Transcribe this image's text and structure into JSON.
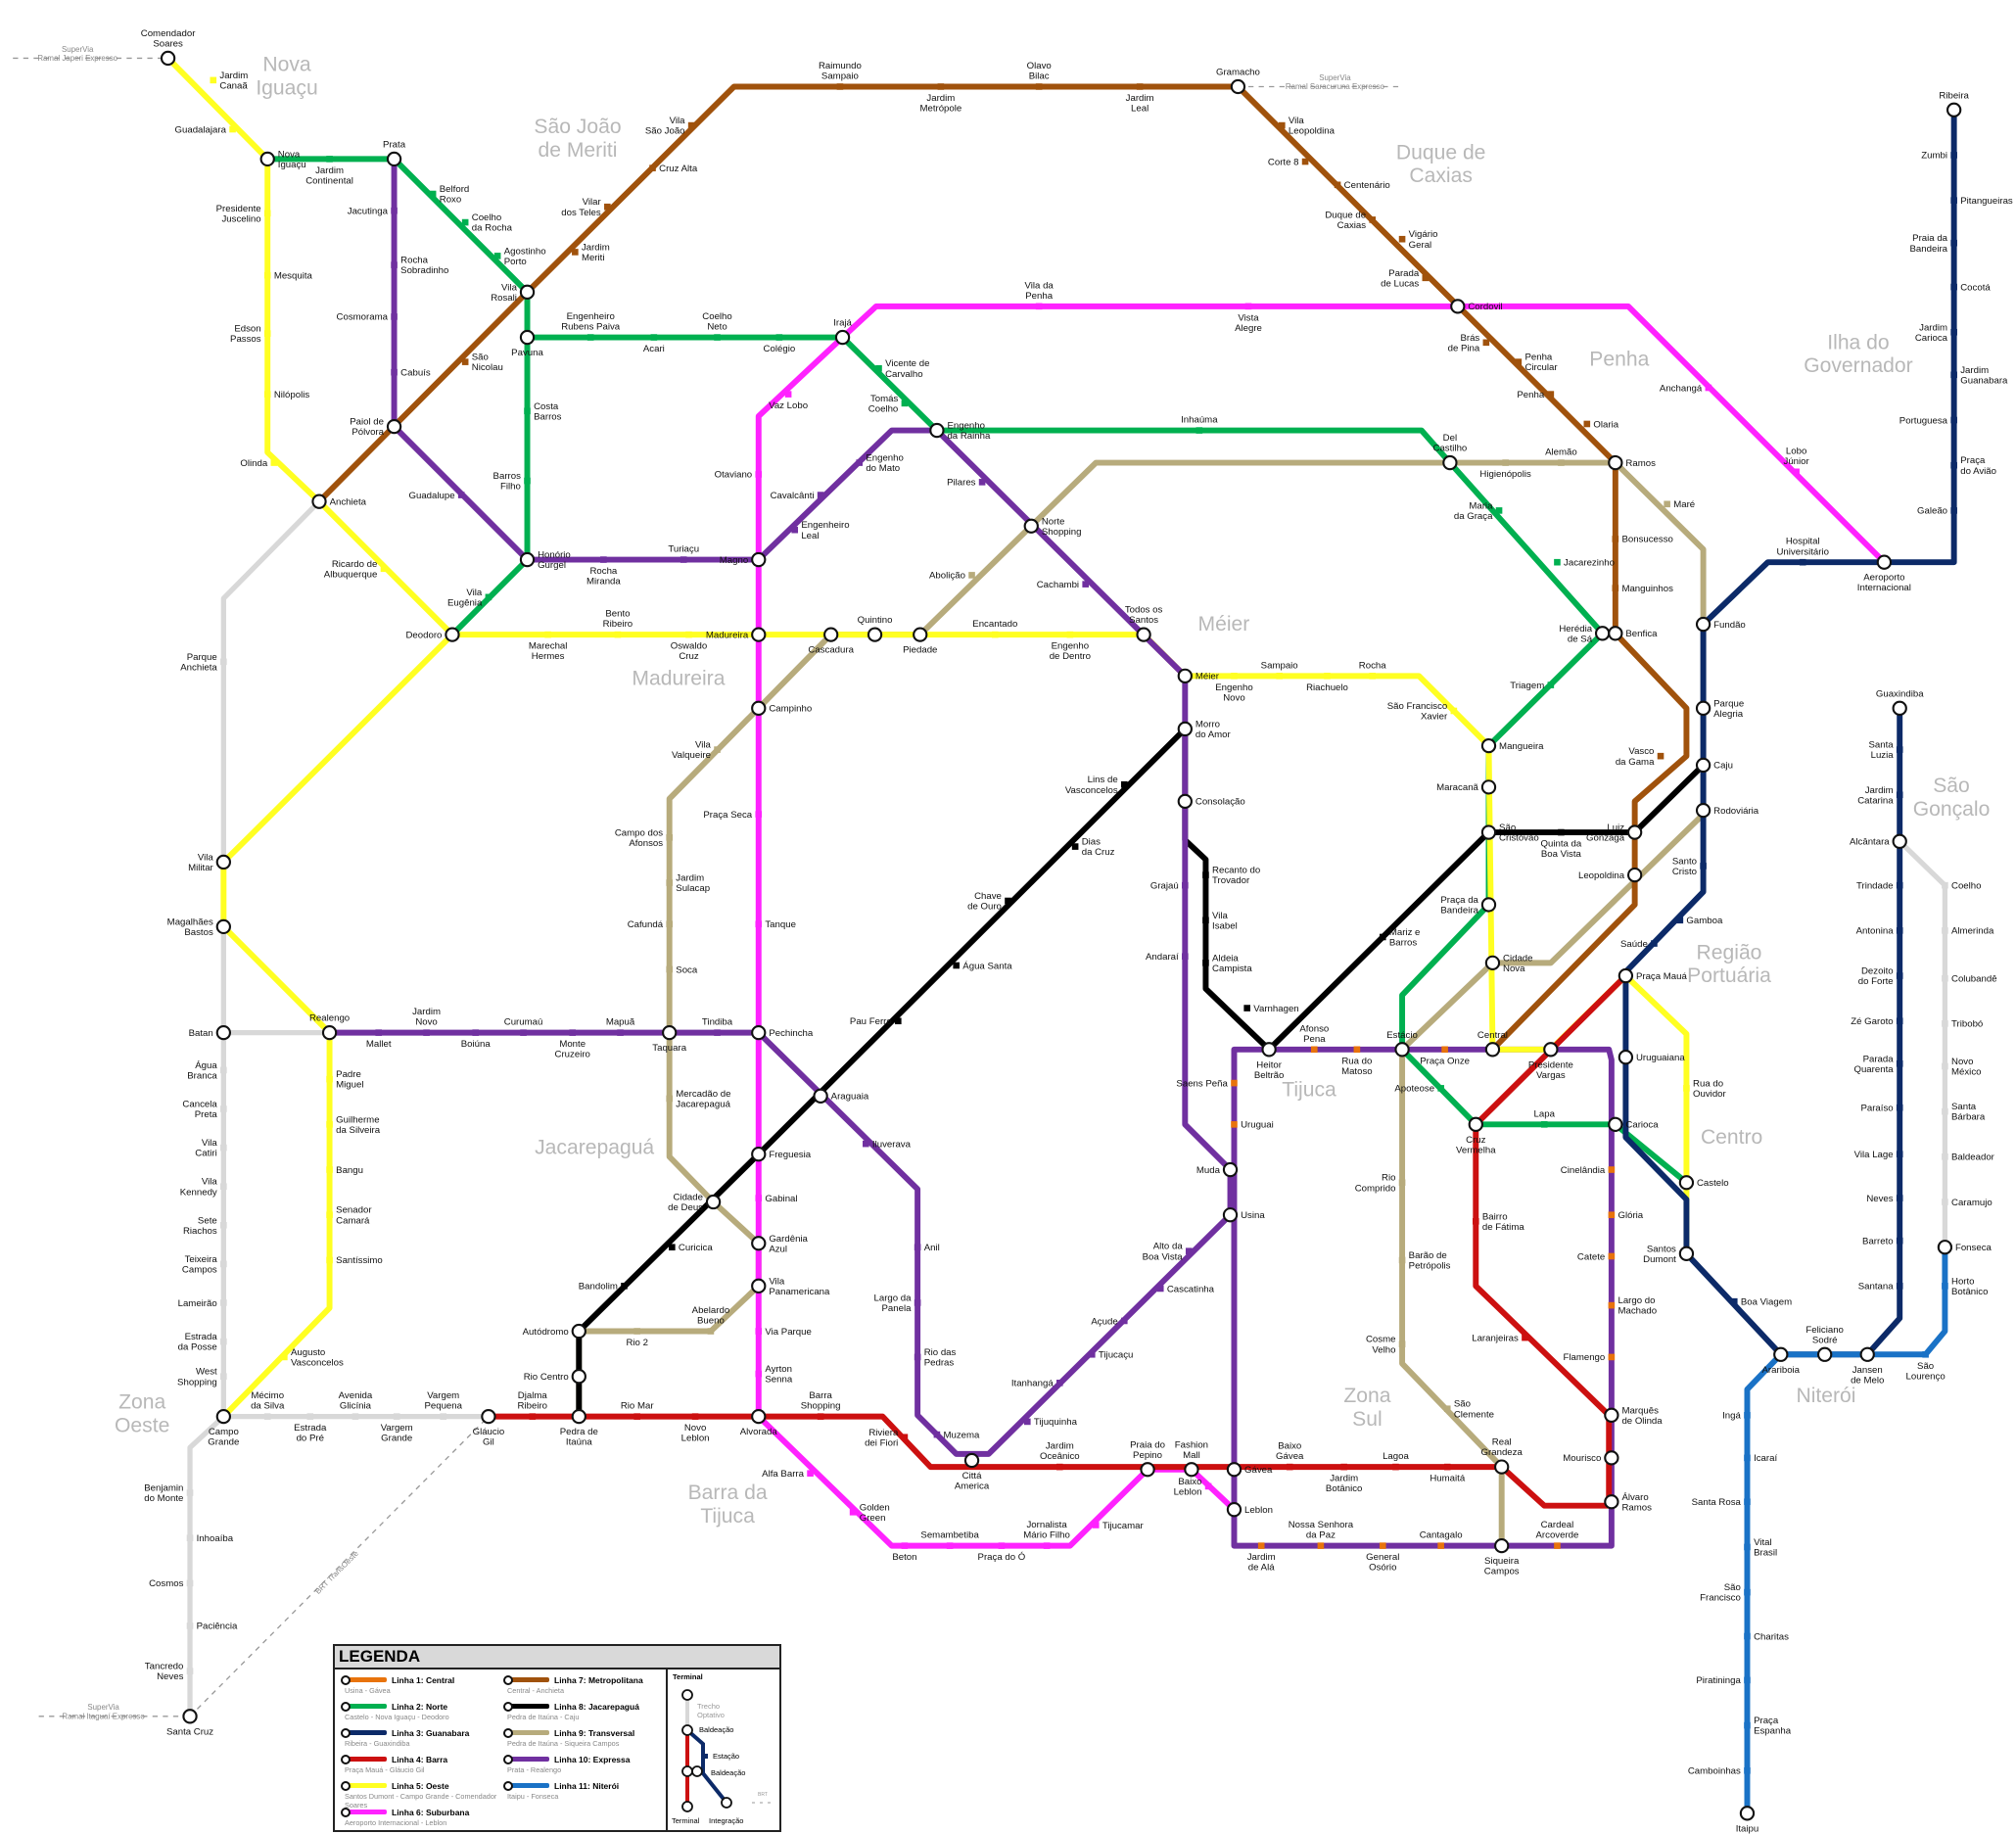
{
  "colors": {
    "l1": "#e8730c",
    "l2": "#00b050",
    "l3": "#0c2a68",
    "l4": "#cc1010",
    "l5": "#ffff22",
    "l6": "#ff22ff",
    "l7": "#a0520c",
    "l8": "#000000",
    "l9": "#b7ab7c",
    "l10": "#7030a0",
    "l11": "#1a72c6",
    "optional": "#d8d8d8"
  },
  "legend": {
    "title": "LEGENDA",
    "lines": [
      {
        "name": "Linha 1: Central",
        "route": "Usina - Gávea",
        "color": "#e8730c"
      },
      {
        "name": "Linha 2: Norte",
        "route": "Castelo - Nova Iguaçu - Deodoro",
        "color": "#00b050"
      },
      {
        "name": "Linha 3: Guanabara",
        "route": "Ribeira - Guaxindiba",
        "color": "#0c2a68"
      },
      {
        "name": "Linha 4: Barra",
        "route": "Praça Mauá - Gláucio Gil",
        "color": "#cc1010"
      },
      {
        "name": "Linha 5: Oeste",
        "route": "Santos Dumont - Campo Grande - Comendador Soares",
        "color": "#ffff22"
      },
      {
        "name": "Linha 6: Suburbana",
        "route": "Aeroporto Internacional - Leblon",
        "color": "#ff22ff"
      },
      {
        "name": "Linha 7: Metropolitana",
        "route": "Central - Anchieta",
        "color": "#a0520c"
      },
      {
        "name": "Linha 8: Jacarepaguá",
        "route": "Pedra de Itaúna - Caju",
        "color": "#000000"
      },
      {
        "name": "Linha 9: Transversal",
        "route": "Pedra de Itaúna - Siqueira Campos",
        "color": "#b7ab7c"
      },
      {
        "name": "Linha 10: Expressa",
        "route": "Prata - Realengo",
        "color": "#7030a0"
      },
      {
        "name": "Linha 11: Niterói",
        "route": "Itaipu - Fonseca",
        "color": "#1a72c6"
      }
    ],
    "key": {
      "terminal_top": "Terminal",
      "optional": "Trecho Optativo",
      "transfer1": "Baldeação",
      "station": "Estação",
      "transfer2": "Baldeação",
      "terminal_bottom": "Terminal",
      "integration": "Integração",
      "brt": "BRT"
    }
  },
  "regions": [
    "Nova Iguaçu",
    "São João de Meriti",
    "Duque de Caxias",
    "Penha",
    "Ilha do Governador",
    "Méier",
    "Madureira",
    "São Gonçalo",
    "Região Portuária",
    "Tijuca",
    "Centro",
    "Jacarepaguá",
    "Zona Oeste",
    "Zona Sul",
    "Barra da Tijuca",
    "Niterói"
  ],
  "external": [
    {
      "operator": "SuperVia",
      "name": "Ramal Japeri Expresso"
    },
    {
      "operator": "SuperVia",
      "name": "Ramal Saracuruna Expresso"
    },
    {
      "operator": "SuperVia",
      "name": "Ramal Itaguaí Expresso"
    },
    {
      "operator": "",
      "name": "BRT TransOeste"
    }
  ],
  "stations": [
    "Comendador Soares",
    "Jardim Canaã",
    "Guadalajara",
    "Nova Iguaçu",
    "Presidente Juscelino",
    "Mesquita",
    "Edson Passos",
    "Nilópolis",
    "Olinda",
    "Anchieta",
    "Ricardo de Albuquerque",
    "Deodoro",
    "Marechal Hermes",
    "Bento Ribeiro",
    "Oswaldo Cruz",
    "Madureira",
    "Cascadura",
    "Quintino",
    "Piedade",
    "Encantado",
    "Engenho de Dentro",
    "Todos os Santos",
    "Méier",
    "Engenho Novo",
    "Sampaio",
    "Riachuelo",
    "Rocha",
    "São Francisco Xavier",
    "Mangueira",
    "Maracanã",
    "São Cristóvão",
    "Praça da Bandeira",
    "Cidade Nova",
    "Central",
    "Presidente Vargas",
    "Praça Mauá",
    "Rua do Ouvidor",
    "Castelo",
    "Santos Dumont",
    "Vila Militar",
    "Magalhães Bastos",
    "Realengo",
    "Padre Miguel",
    "Guilherme da Silveira",
    "Bangu",
    "Senador Camará",
    "Santíssimo",
    "Augusto Vasconcelos",
    "Campo Grande",
    "Jardim Continental",
    "Prata",
    "Belford Roxo",
    "Coelho da Rocha",
    "Agostinho Porto",
    "Vila Rosali",
    "Pavuna",
    "Costa Barros",
    "Barros Filho",
    "Honório Gurgel",
    "Vila Eugênia",
    "Engenheiro Rubens Paiva",
    "Acari",
    "Coelho Neto",
    "Colégio",
    "Irajá",
    "Vicente de Carvalho",
    "Tomás Coelho",
    "Engenho da Rainha",
    "Inhaúma",
    "Del Castilho",
    "Maria da Graça",
    "Jacarezinho",
    "Herédia de Sá",
    "Triagem",
    "Estácio",
    "Praça Onze",
    "Apoteose",
    "Cruz Vermelha",
    "Lapa",
    "Carioca",
    "Ribeira",
    "Zumbi",
    "Pitangueiras",
    "Praia da Bandeira",
    "Cocotá",
    "Jardim Carioca",
    "Jardim Guanabara",
    "Portuguesa",
    "Praça do Avião",
    "Galeão",
    "Aeroporto Internacional",
    "Hospital Universitário",
    "Fundão",
    "Parque Alegria",
    "Caju",
    "Rodoviária",
    "Santo Cristo",
    "Gamboa",
    "Saúde",
    "Uruguaiana",
    "Boa Viagem",
    "Arariboia",
    "Feliciano Sodré",
    "Jansen de Melo",
    "Santana",
    "Barreto",
    "Neves",
    "Vila Lage",
    "Paraíso",
    "Parada Quarenta",
    "Zé Garoto",
    "Dezoito do Forte",
    "Antonina",
    "Trindade",
    "Alcântara",
    "Jardim Catarina",
    "Santa Luzia",
    "Guaxindiba",
    "Gláucio Gil",
    "Djalma Ribeiro",
    "Pedra de Itaúna",
    "Rio Mar",
    "Novo Leblon",
    "Alvorada",
    "Barra Shopping",
    "Riviera dei Fiori",
    "Cittá America",
    "Jardim Oceânico",
    "Praia do Pepino",
    "Fashion Mall",
    "Gávea",
    "Baixo Gávea",
    "Jardim Botânico",
    "Lagoa",
    "Humaitá",
    "Real Grandeza",
    "Álvaro Ramos",
    "Mourisco",
    "Marquês de Olinda",
    "Laranjeiras",
    "Bairro de Fátima",
    "Heitor Beltrão",
    "Afonso Pena",
    "Rua do Matoso",
    "Saens Peña",
    "Uruguai",
    "Muda",
    "Usina",
    "Cinelândia",
    "Glória",
    "Catete",
    "Largo do Machado",
    "Flamengo",
    "Cardeal Arcoverde",
    "Siqueira Campos",
    "Cantagalo",
    "General Osório",
    "Nossa Senhora da Paz",
    "Jardim de Alá",
    "Leblon",
    "Lobo Júnior",
    "Anchangá",
    "Cordovil",
    "Vista Alegre",
    "Vila da Penha",
    "Vaz Lobo",
    "Otaviano",
    "Magno",
    "Campinho",
    "Praça Seca",
    "Tanque",
    "Pechincha",
    "Freguesia",
    "Gabinal",
    "Gardênia Azul",
    "Vila Panamericana",
    "Via Parque",
    "Ayrton Senna",
    "Alfa Barra",
    "Golden Green",
    "Beton",
    "Semambetiba",
    "Praça do Ó",
    "Jornalista Mário Filho",
    "Tijucamar",
    "Baixo Leblon",
    "São Nicolau",
    "Paiol de Pólvora",
    "Jardim Meriti",
    "Vilar dos Teles",
    "Cruz Alta",
    "Vila São João",
    "Raimundo Sampaio",
    "Jardim Metrópole",
    "Olavo Bilac",
    "Jardim Leal",
    "Gramacho",
    "Vila Leopoldina",
    "Corte 8",
    "Centenário",
    "Duque de Caxias",
    "Vigário Geral",
    "Parada de Lucas",
    "Brás de Pina",
    "Penha Circular",
    "Penha",
    "Olaria",
    "Ramos",
    "Bonsucesso",
    "Manguinhos",
    "Benfica",
    "Vasco da Gama",
    "Luiz Gonzaga",
    "Leopoldina",
    "Rio Centro",
    "Autódromo",
    "Bandolim",
    "Curicica",
    "Cidade de Deus",
    "Araguaia",
    "Pau Ferro",
    "Água Santa",
    "Chave de Ouro",
    "Dias da Cruz",
    "Lins de Vasconcelos",
    "Morro do Amor",
    "Consolação",
    "Recanto do Trovador",
    "Vila Isabel",
    "Aldeia Campista",
    "Varnhagen",
    "Mariz e Barros",
    "Quinta da Boa Vista",
    "Rio 2",
    "Abelardo Bueno",
    "Mercadão de Jacarepaguá",
    "Taquara",
    "Soca",
    "Cafundá",
    "Jardim Sulacap",
    "Campo dos Afonsos",
    "Vila Valqueire",
    "Abolição",
    "Norte Shopping",
    "Higienópolis",
    "Alemão",
    "Maré",
    "Rio Comprido",
    "Barão de Petrópolis",
    "Cosme Velho",
    "São Clemente",
    "Jacutinga",
    "Rocha Sobradinho",
    "Cosmorama",
    "Cabuís",
    "Guadalupe",
    "Rocha Miranda",
    "Turiaçu",
    "Cavalcânti",
    "Engenho do Mato",
    "Engenheiro Leal",
    "Pilares",
    "Cachambi",
    "Grajaú",
    "Andaraí",
    "Alto da Boa Vista",
    "Cascatinha",
    "Açude",
    "Tijucaçu",
    "Itanhangá",
    "Tijuquinha",
    "Muzema",
    "Rio das Pedras",
    "Largo da Panela",
    "Anil",
    "Iluverava",
    "Tindiba",
    "Mapuã",
    "Monte Cruzeiro",
    "Curumaú",
    "Boiúna",
    "Jardim Novo",
    "Mallet",
    "Itaipu",
    "Camboinhas",
    "Praça Espanha",
    "Piratininga",
    "Charitas",
    "São Francisco",
    "Vital Brasil",
    "Santa Rosa",
    "Icaraí",
    "Ingá",
    "São Lourenço",
    "Horto Botânico",
    "Fonseca",
    "Parque Anchieta",
    "Batan",
    "Água Branca",
    "Cancela Preta",
    "Vila Catiri",
    "Vila Kennedy",
    "Sete Riachos",
    "Teixeira Campos",
    "Lameirão",
    "Estrada da Posse",
    "West Shopping",
    "Mécimo da Silva",
    "Estrada do Pré",
    "Avenida Glicínia",
    "Vargem Grande",
    "Vargem Pequena",
    "Benjamin do Monte",
    "Inhoaíba",
    "Cosmos",
    "Paciência",
    "Tancredo Neves",
    "Santa Cruz",
    "Coelho",
    "Almerinda",
    "Colubandê",
    "Tribobó",
    "Novo México",
    "Santa Bárbara",
    "Baldeador",
    "Caramujo"
  ]
}
